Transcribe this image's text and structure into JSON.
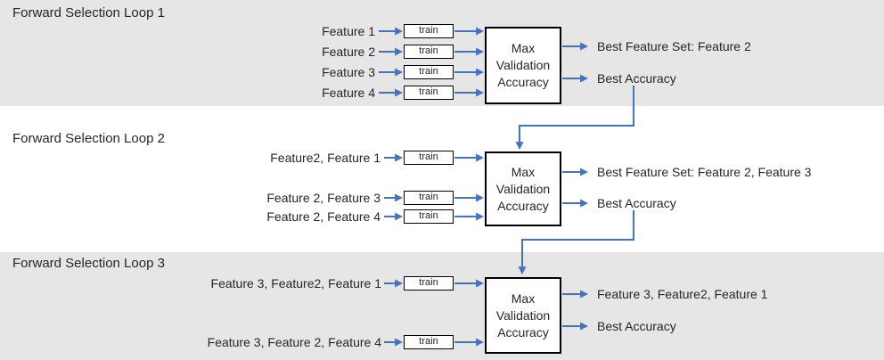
{
  "colors": {
    "band_gray": "#e7e6e6",
    "band_white": "#ffffff",
    "arrow_blue": "#4472c4",
    "box_border": "#000000",
    "box_fill": "#ffffff",
    "text": "#262626"
  },
  "train_label": "train",
  "max_box_lines": [
    "Max",
    "Validation",
    "Accuracy"
  ],
  "loops": [
    {
      "title": "Forward Selection Loop 1",
      "inputs": [
        "Feature 1",
        "Feature 2",
        "Feature 3",
        "Feature 4"
      ],
      "outputs": [
        "Best Feature Set: Feature 2",
        "Best Accuracy"
      ]
    },
    {
      "title": "Forward Selection Loop 2",
      "inputs": [
        "Feature2, Feature 1",
        "Feature 2, Feature 3",
        "Feature 2, Feature 4"
      ],
      "outputs": [
        "Best Feature Set: Feature 2, Feature 3",
        "Best Accuracy"
      ]
    },
    {
      "title": "Forward Selection Loop 3",
      "inputs": [
        "Feature 3, Feature2, Feature 1",
        "Feature 3, Feature 2, Feature 4"
      ],
      "outputs": [
        "Feature 3, Feature2, Feature 1",
        "Best Accuracy"
      ]
    }
  ]
}
